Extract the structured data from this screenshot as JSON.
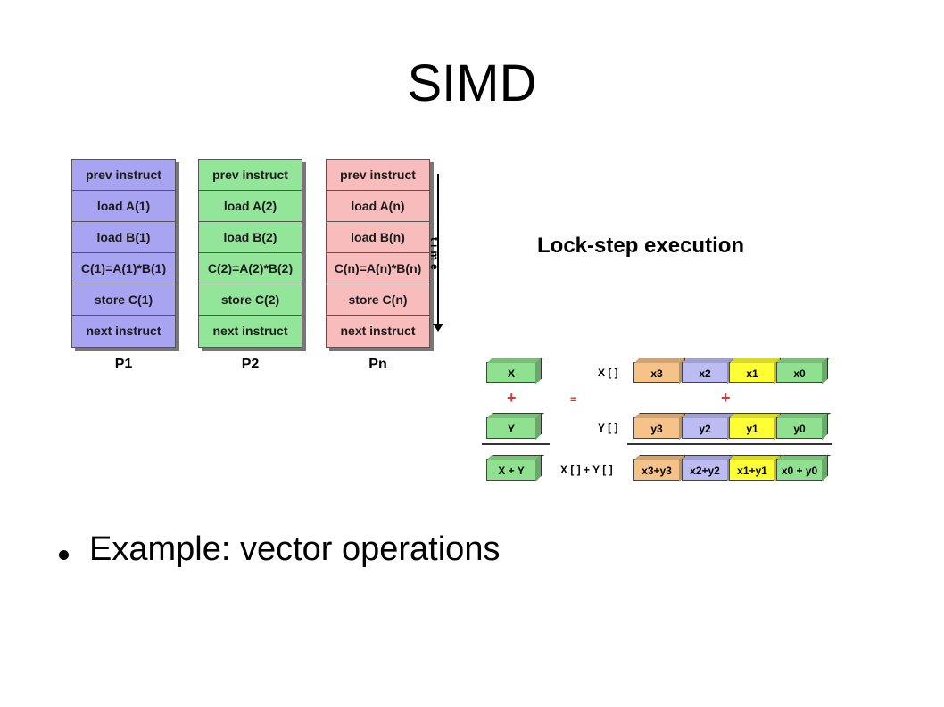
{
  "title": "SIMD",
  "processors": [
    {
      "label": "P1",
      "cells": [
        "prev instruct",
        "load A(1)",
        "load B(1)",
        "C(1)=A(1)*B(1)",
        "store C(1)",
        "next instruct"
      ]
    },
    {
      "label": "P2",
      "cells": [
        "prev instruct",
        "load A(2)",
        "load B(2)",
        "C(2)=A(2)*B(2)",
        "store C(2)",
        "next instruct"
      ]
    },
    {
      "label": "Pn",
      "cells": [
        "prev instruct",
        "load A(n)",
        "load B(n)",
        "C(n)=A(n)*B(n)",
        "store C(n)",
        "next instruct"
      ]
    }
  ],
  "time_label": "time",
  "lock_step_caption": "Lock-step execution",
  "vector_example": {
    "scalar": {
      "x": "X",
      "y": "Y",
      "sum": "X + Y"
    },
    "row_labels": {
      "x": "X [ ]",
      "y": "Y [ ]",
      "sum": "X [ ] + Y [ ]"
    },
    "x_vals": [
      "x3",
      "x2",
      "x1",
      "x0"
    ],
    "y_vals": [
      "y3",
      "y2",
      "y1",
      "y0"
    ],
    "sum_vals": [
      "x3+y3",
      "x2+y2",
      "x1+y1",
      "x0 + y0"
    ],
    "plus_sign": "+",
    "equals_sign": "="
  },
  "bullet": "Example: vector operations",
  "colors": {
    "p1": "#a8a4f2",
    "p2": "#93e59a",
    "pn": "#f8bcbc",
    "lane_colors": [
      "#f5c28a",
      "#bcbcf2",
      "#ffff33",
      "#8fe08f"
    ],
    "operator": "#e8302a"
  }
}
